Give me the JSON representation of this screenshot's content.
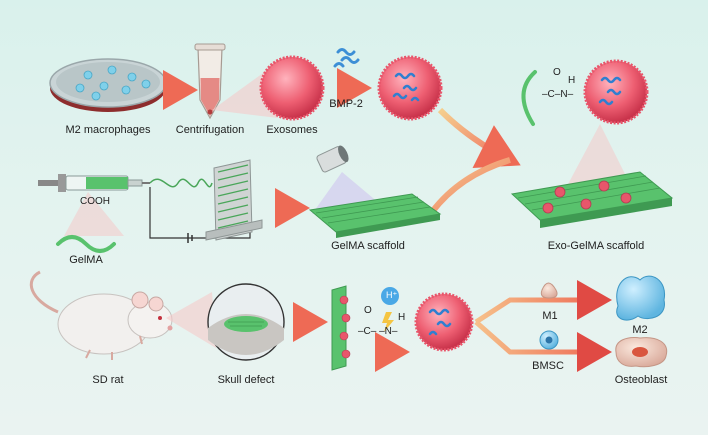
{
  "labels": {
    "m2_macrophages": "M2 macrophages",
    "centrifugation": "Centrifugation",
    "exosomes": "Exosomes",
    "bmp2": "BMP-2",
    "gelma": "GelMA",
    "cooh": "COOH",
    "gelma_scaffold": "GelMA scaffold",
    "exo_gelma_scaffold": "Exo-GelMA scaffold",
    "sd_rat": "SD rat",
    "skull_defect": "Skull defect",
    "m1": "M1",
    "m2": "M2",
    "bmsc": "BMSC",
    "osteoblast": "Osteoblast"
  },
  "amide_top": {
    "o": "O",
    "h": "H",
    "bond": "–C–N–"
  },
  "amide_bottom": {
    "o": "O",
    "h": "H",
    "bond": "–C– –N–",
    "proton": "H⁺"
  },
  "colors": {
    "background": "#dff2ee",
    "exosome_pink": "#e8566b",
    "scaffold_green": "#59c26d",
    "arrow_orange": "#f08a5d",
    "protein_blue": "#3d8fd6"
  }
}
